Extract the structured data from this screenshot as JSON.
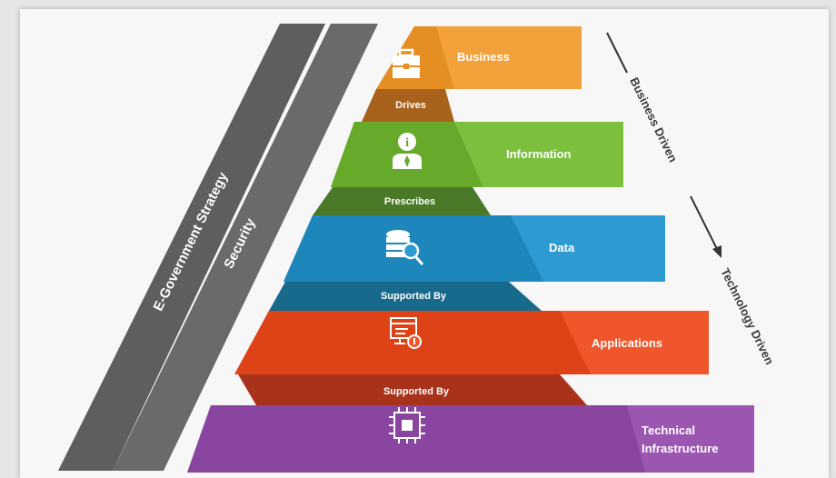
{
  "pillars": {
    "strategy": "E-Government Strategy",
    "security": "Security"
  },
  "layers": [
    {
      "name": "Business",
      "connector": "Drives",
      "icon": "briefcase-icon",
      "color": "#f3a13a"
    },
    {
      "name": "Information",
      "connector": "Prescribes",
      "icon": "info-person-icon",
      "color": "#7bbf3c"
    },
    {
      "name": "Data",
      "connector": "Supported By",
      "icon": "database-search-icon",
      "color": "#2d9bd2"
    },
    {
      "name": "Applications",
      "connector": "Supported By",
      "icon": "application-window-icon",
      "color": "#f0562b"
    },
    {
      "name": "Technical Infrastructure",
      "name_line1": "Technical",
      "name_line2": "Infrastructure",
      "icon": "chip-icon",
      "color": "#9b56b1"
    }
  ],
  "axis": {
    "top": "Business Driven",
    "bottom": "Technology Driven"
  }
}
